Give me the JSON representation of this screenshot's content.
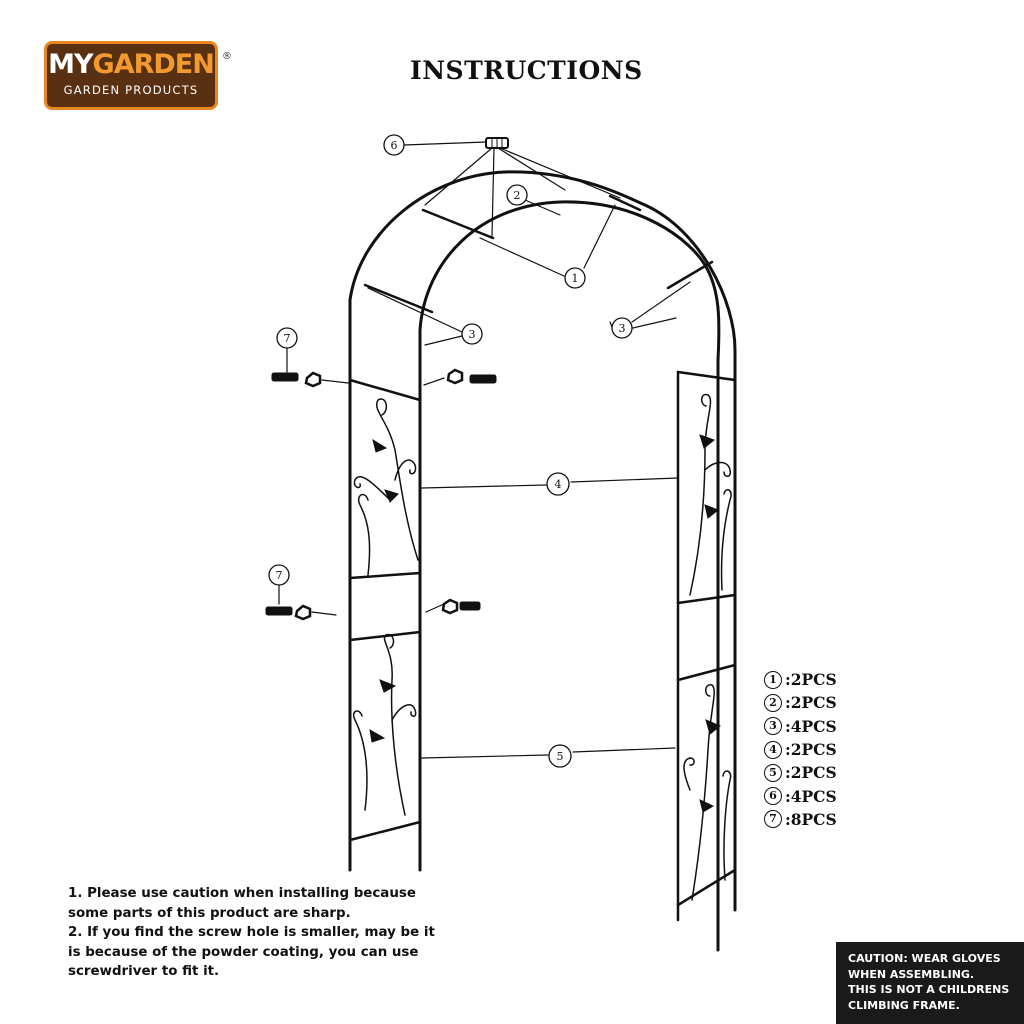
{
  "brand": {
    "my": "MY",
    "garden": "GARDEN",
    "sub": "GARDEN PRODUCTS",
    "registered": "®"
  },
  "title": "INSTRUCTIONS",
  "callouts": [
    "1",
    "2",
    "3",
    "4",
    "5",
    "6",
    "7"
  ],
  "parts": [
    {
      "num": "1",
      "qty": ":2PCS"
    },
    {
      "num": "2",
      "qty": ":2PCS"
    },
    {
      "num": "3",
      "qty": ":4PCS"
    },
    {
      "num": "4",
      "qty": ":2PCS"
    },
    {
      "num": "5",
      "qty": ":2PCS"
    },
    {
      "num": "6",
      "qty": ":4PCS"
    },
    {
      "num": "7",
      "qty": ":8PCS"
    }
  ],
  "notes": [
    "1. Please use caution when installing because some parts of this product are sharp.",
    "2. If you find the screw hole is smaller, may be it is because of the powder coating, you can use screwdriver to fit it."
  ],
  "caution": [
    "CAUTION: WEAR GLOVES",
    "WHEN ASSEMBLING.",
    "THIS IS NOT A CHILDRENS",
    "CLIMBING FRAME."
  ],
  "colors": {
    "logo_bg": "#5a3012",
    "logo_accent": "#f29a2e",
    "ink": "#111111",
    "caution_bg": "#1a1a1a"
  }
}
